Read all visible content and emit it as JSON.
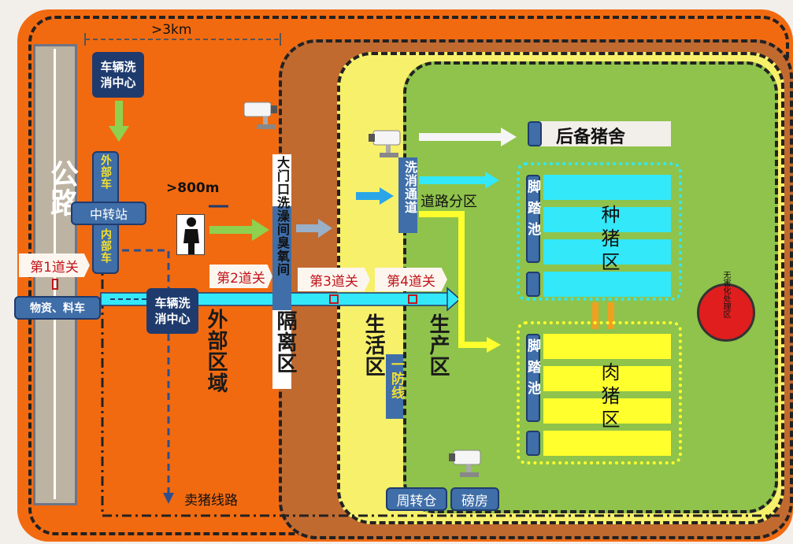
{
  "road": {
    "label": "公路"
  },
  "distance_top": {
    "label": ">3km"
  },
  "distance_mid": {
    "label": ">800m"
  },
  "wash_center_top": {
    "label": "车辆洗消中心"
  },
  "wash_center_bottom": {
    "label": "车辆洗消中心"
  },
  "transfer": {
    "outer_car": "外部车",
    "station": "中转站",
    "inner_car": "内部车"
  },
  "gates": {
    "g1": "第1道关",
    "g2": "第2道关",
    "g3": "第3道关",
    "g4": "第4道关"
  },
  "supply_truck": {
    "label": "物资、料车"
  },
  "entrance": {
    "label": "大门口洗澡间臭氧间"
  },
  "zones": {
    "outer": "外部区域",
    "isolation": "隔离区",
    "living": "生活区",
    "production": "生产区",
    "defense_line": "一防线"
  },
  "wash_channel": {
    "label": "洗消通道"
  },
  "road_division": {
    "label": "道路分区"
  },
  "reserve_barn": {
    "label": "后备猪舍"
  },
  "foot_bath": {
    "label": "脚踏池"
  },
  "breeding_area": {
    "label": "种猪区"
  },
  "fattening_area": {
    "label": "肉猪区"
  },
  "harmless_area": {
    "label": "无害化处理区"
  },
  "pig_route": {
    "label": "卖猪线路"
  },
  "turnover_warehouse": {
    "label": "周转仓"
  },
  "weigh_house": {
    "label": "磅房"
  },
  "colors": {
    "outer": "#f26a10",
    "isolation": "#c16a30",
    "living": "#f7f06a",
    "production": "#8fc34b",
    "breeding": "#33e8f8",
    "fattening": "#ffff2e",
    "navy": "#1f3b6e",
    "gate_text": "#c0141a",
    "flow_arrow": "#7dd4f0"
  }
}
